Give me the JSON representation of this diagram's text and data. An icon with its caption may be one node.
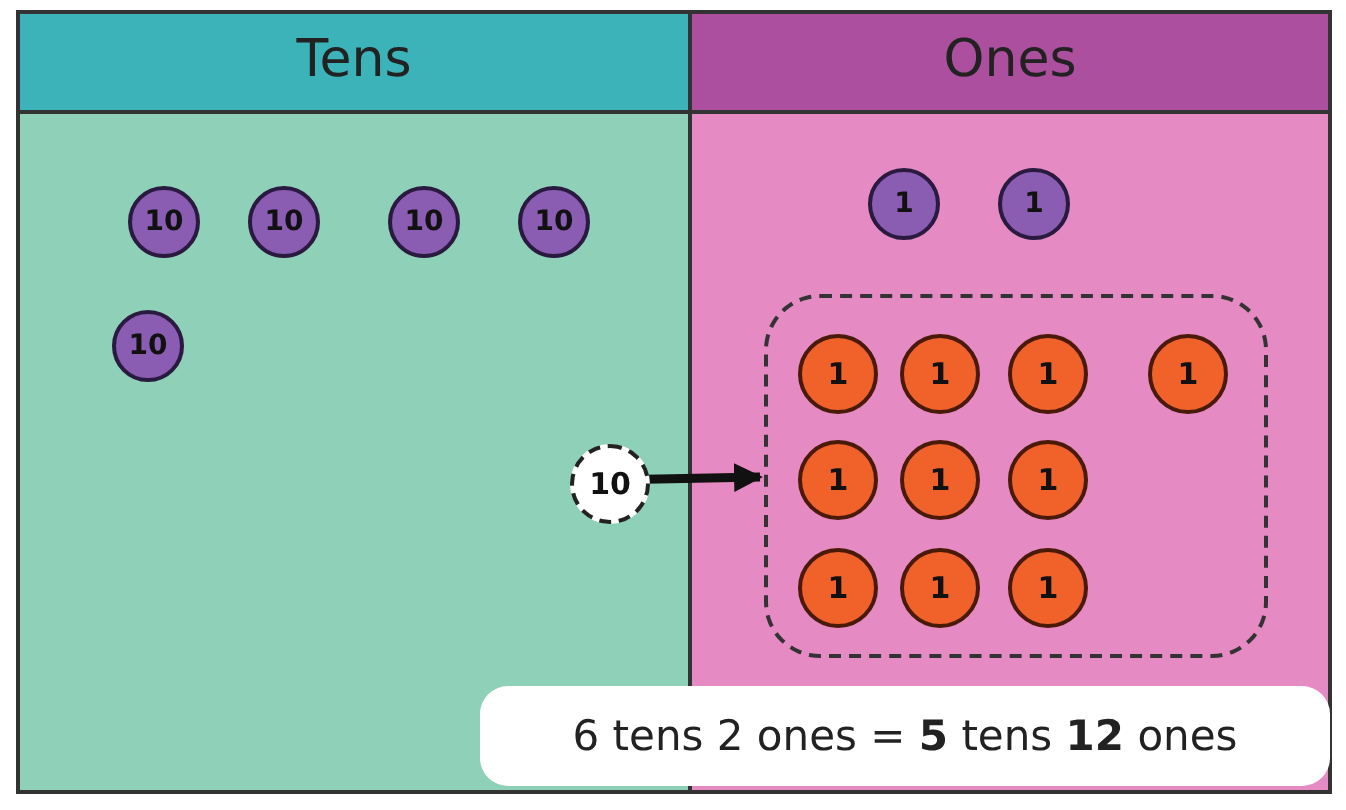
{
  "diagram": {
    "nodes": [
      {
        "text": [
          "Tens"
        ]
      },
      {
        "text": [
          "Ones"
        ]
      },
      {
        "text": [
          "10"
        ],
        "in": 0
      },
      {
        "text": [
          "10"
        ],
        "in": 0
      },
      {
        "text": [
          "10"
        ],
        "in": 0
      },
      {
        "text": [
          "10"
        ],
        "in": 0
      },
      {
        "text": [
          "10"
        ],
        "in": 0
      },
      {
        "text": [
          "10"
        ],
        "in": 0
      },
      {
        "text": [
          "1"
        ],
        "in": 1
      },
      {
        "text": [
          "1"
        ],
        "in": 1
      },
      {
        "text": [],
        "shape": "box",
        "in": 1
      },
      {
        "text": [
          "1"
        ],
        "in": 10
      },
      {
        "text": [
          "1"
        ],
        "in": 10
      },
      {
        "text": [
          "1"
        ],
        "in": 10
      },
      {
        "text": [
          "1"
        ],
        "in": 10
      },
      {
        "text": [
          "1"
        ],
        "in": 10
      },
      {
        "text": [
          "1"
        ],
        "in": 10
      },
      {
        "text": [
          "1"
        ],
        "in": 10
      },
      {
        "text": [
          "1"
        ],
        "in": 10
      },
      {
        "text": [
          "1"
        ],
        "in": 10
      },
      {
        "text": [
          "1"
        ],
        "in": 10
      }
    ],
    "edges": [
      {
        "from": 7,
        "to": 10,
        "arrow": "to"
      }
    ],
    "labels": [
      "6 tens 2 ones = **5** tens **12** ones"
    ]
  }
}
